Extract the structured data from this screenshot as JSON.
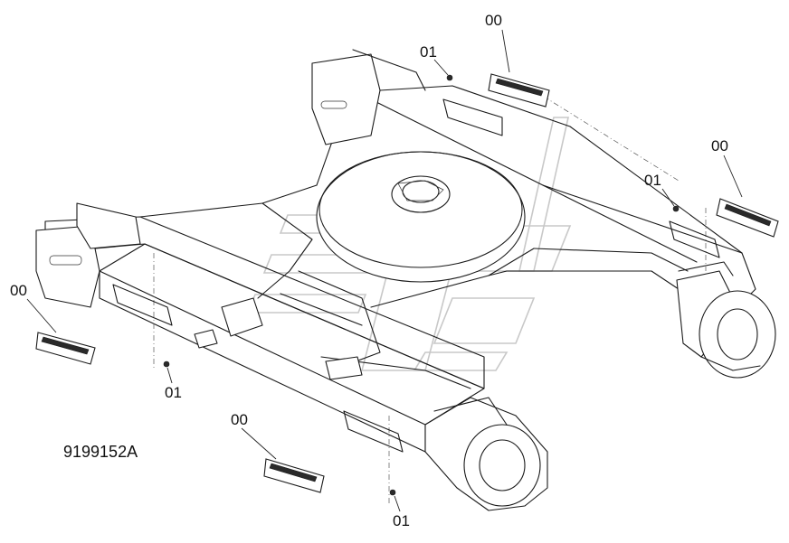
{
  "drawing": {
    "reference_number": "9199152A",
    "callouts": [
      {
        "id": "callout-00-top",
        "label": "00"
      },
      {
        "id": "callout-01-top",
        "label": "01"
      },
      {
        "id": "callout-00-right",
        "label": "00"
      },
      {
        "id": "callout-01-right",
        "label": "01"
      },
      {
        "id": "callout-00-left",
        "label": "00"
      },
      {
        "id": "callout-01-left",
        "label": "01"
      },
      {
        "id": "callout-00-bottom",
        "label": "00"
      },
      {
        "id": "callout-01-bottom",
        "label": "01"
      }
    ]
  }
}
